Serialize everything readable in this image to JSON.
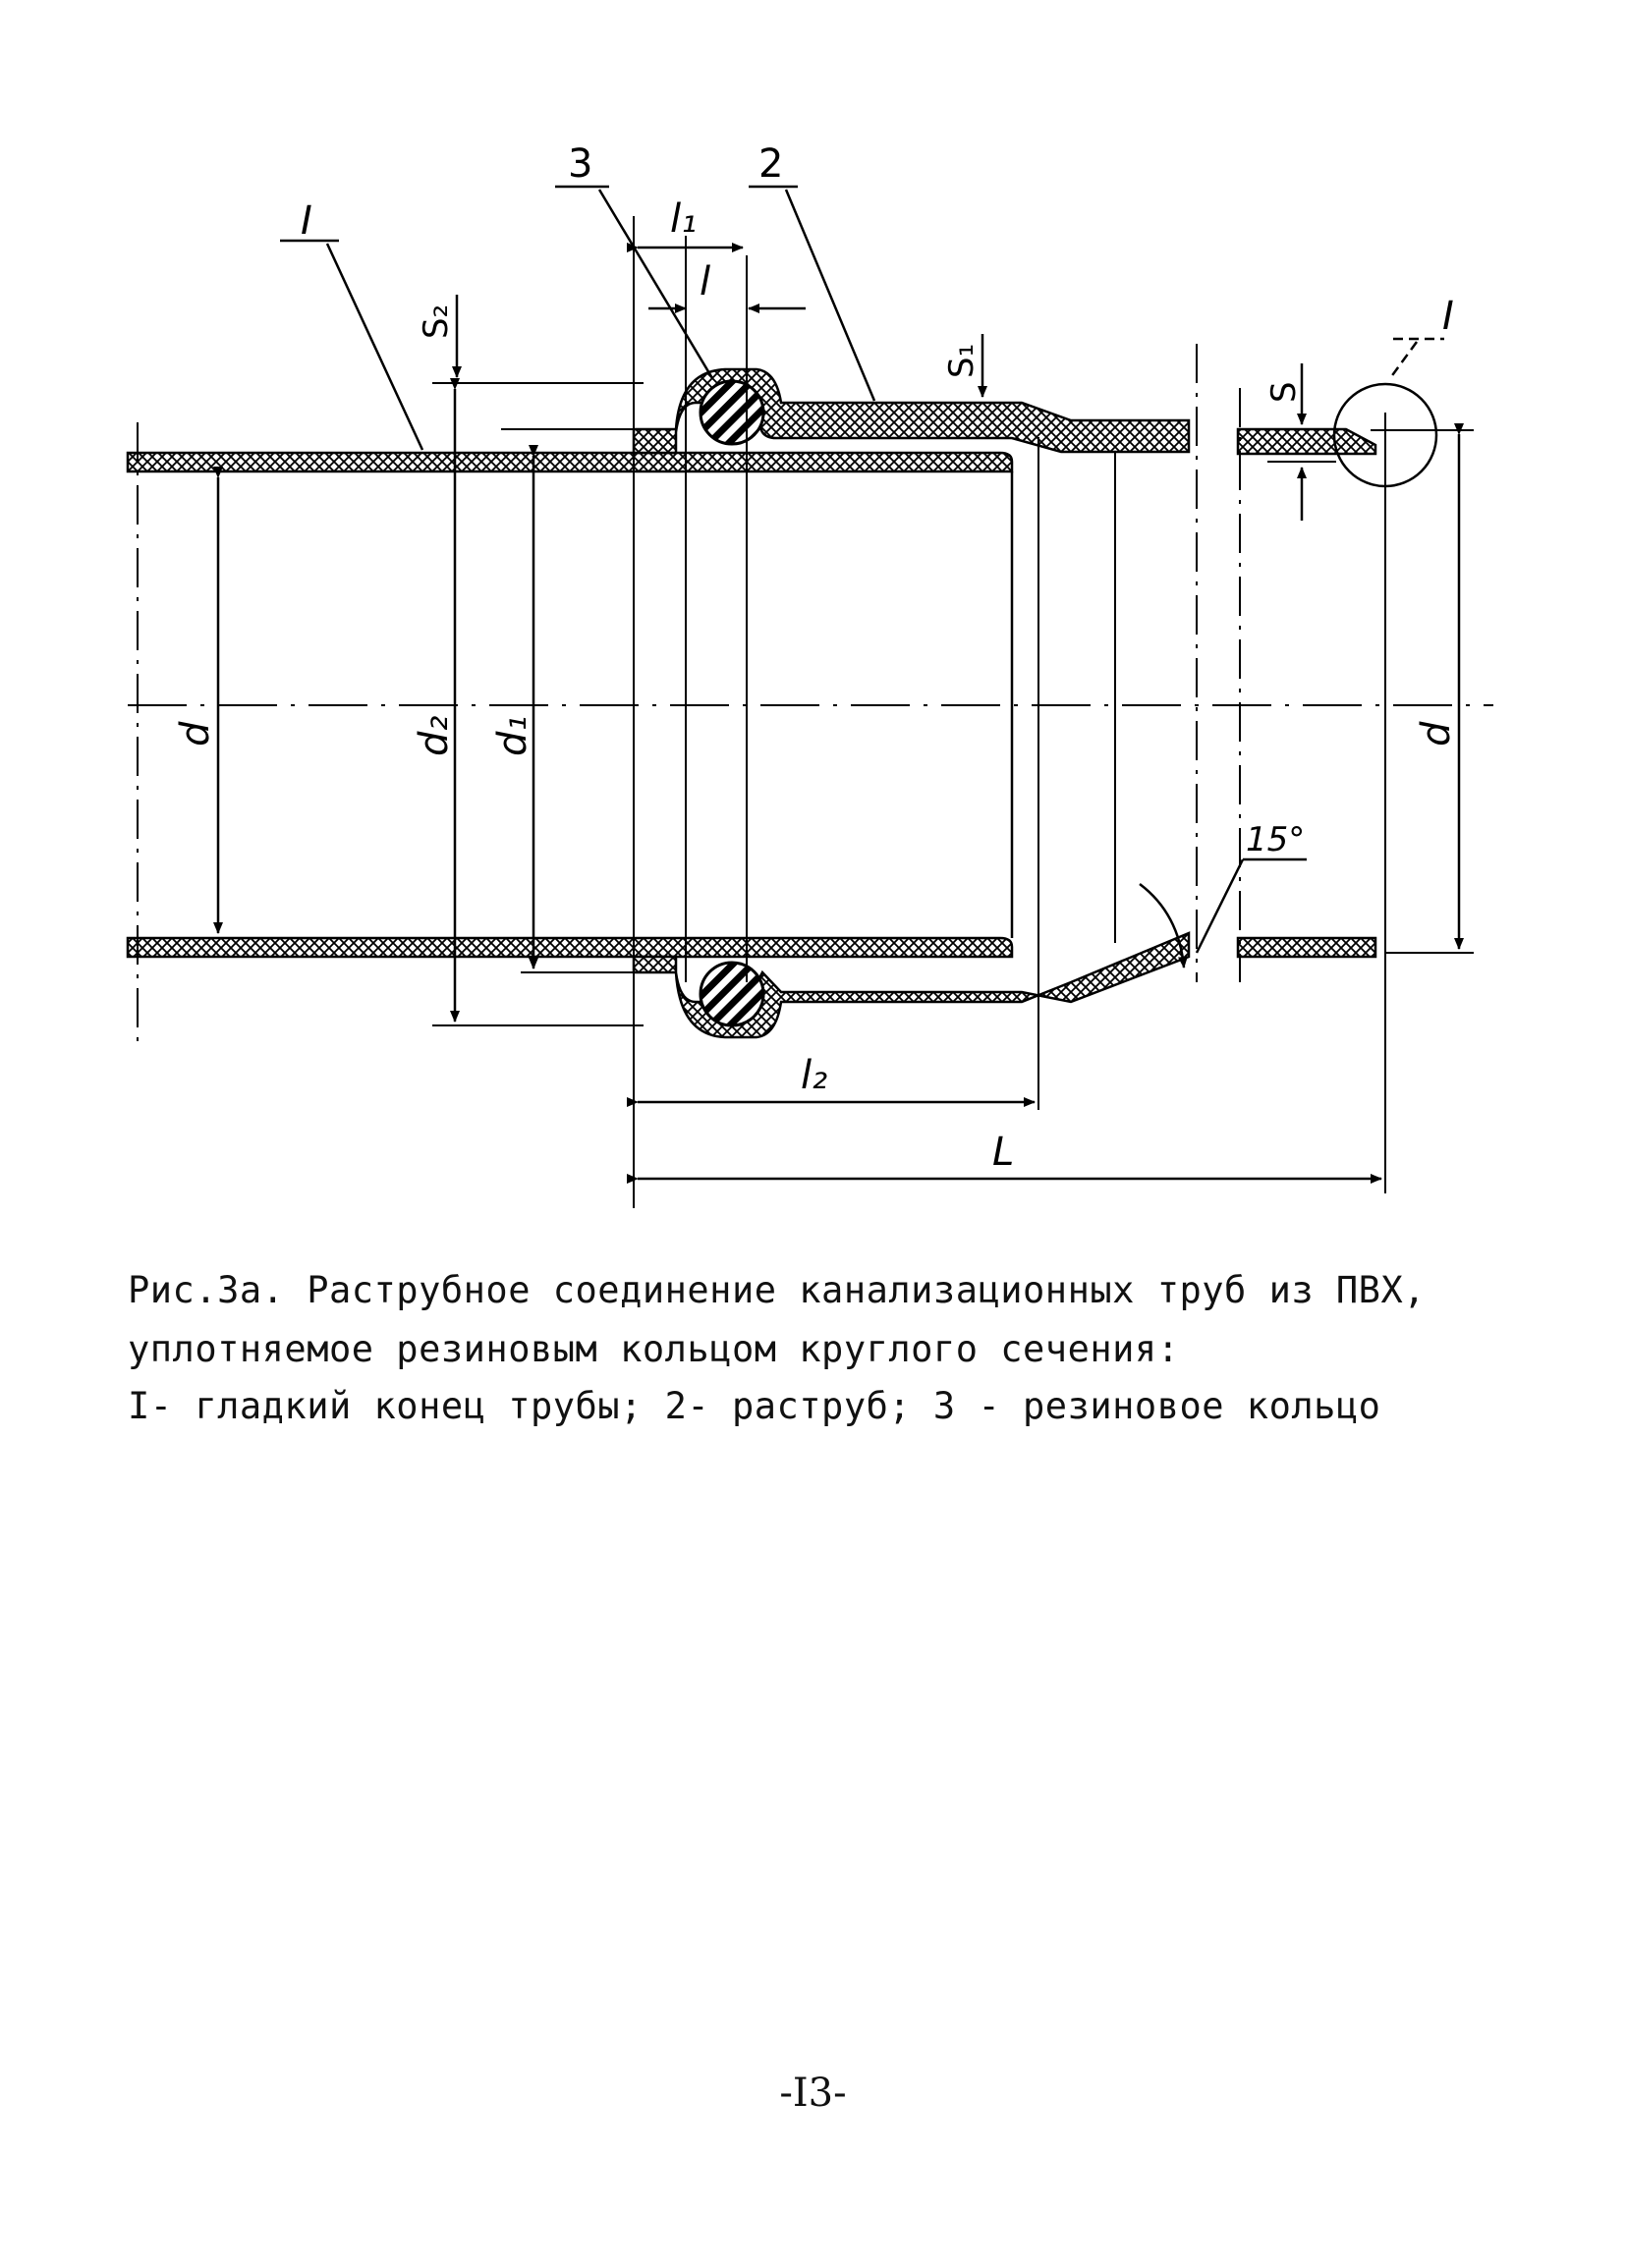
{
  "figure": {
    "callouts": {
      "pipe_end": "I",
      "ring": "3",
      "socket": "2",
      "detail": "I"
    },
    "dims": {
      "l1": "l₁",
      "l": "l",
      "s2": "S₂",
      "s1": "S₁",
      "s": "S",
      "d": "d",
      "d2": "d₂",
      "d1": "d₁",
      "l2": "l₂",
      "L": "L",
      "angle": "15°"
    }
  },
  "caption": {
    "line1": "Рис.3а. Раструбное соединение канализационных труб из ПВХ,",
    "line2": "уплотняемое резиновым кольцом круглого сечения:",
    "line3": "I- гладкий конец трубы; 2- раструб; 3 - резиновое кольцо"
  },
  "page_number": "-I3-"
}
